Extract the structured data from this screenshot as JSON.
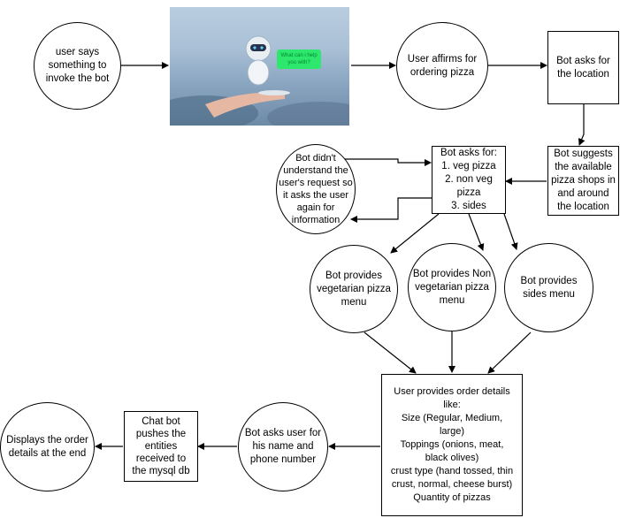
{
  "nodes": {
    "invoke": "user says\nsomething to\ninvoke the bot",
    "affirm": "User affirms for\nordering pizza",
    "ask_location": "Bot asks for\nthe location",
    "suggest_shops": "Bot suggests\nthe available\npizza shops in\nand around\nthe location",
    "ask_options": "Bot asks for:\n1. veg pizza\n2. non veg\npizza\n3. sides",
    "not_understood": "Bot didn't\nunderstand the\nuser's request so\nit asks the user\nagain for\ninformation",
    "veg_menu": "Bot provides\nvegetarian pizza\nmenu",
    "nonveg_menu": "Bot provides Non\nvegetarian pizza\nmenu",
    "sides_menu": "Bot provides\nsides menu",
    "order_details": "User provides order details\nlike:\nSize (Regular, Medium,\nlarge)\nToppings (onions, meat,\nblack olives)\ncrust type (hand tossed, thin\ncrust, normal, cheese burst)\nQuantity of pizzas",
    "ask_name": "Bot asks user for\nhis name and\nphone number",
    "push_db": "Chat bot\npushes the\nentities\nreceived to\nthe mysql db",
    "display": "Displays the order\ndetails at the end"
  },
  "image": {
    "bubble_text": "What can i help you with?"
  }
}
